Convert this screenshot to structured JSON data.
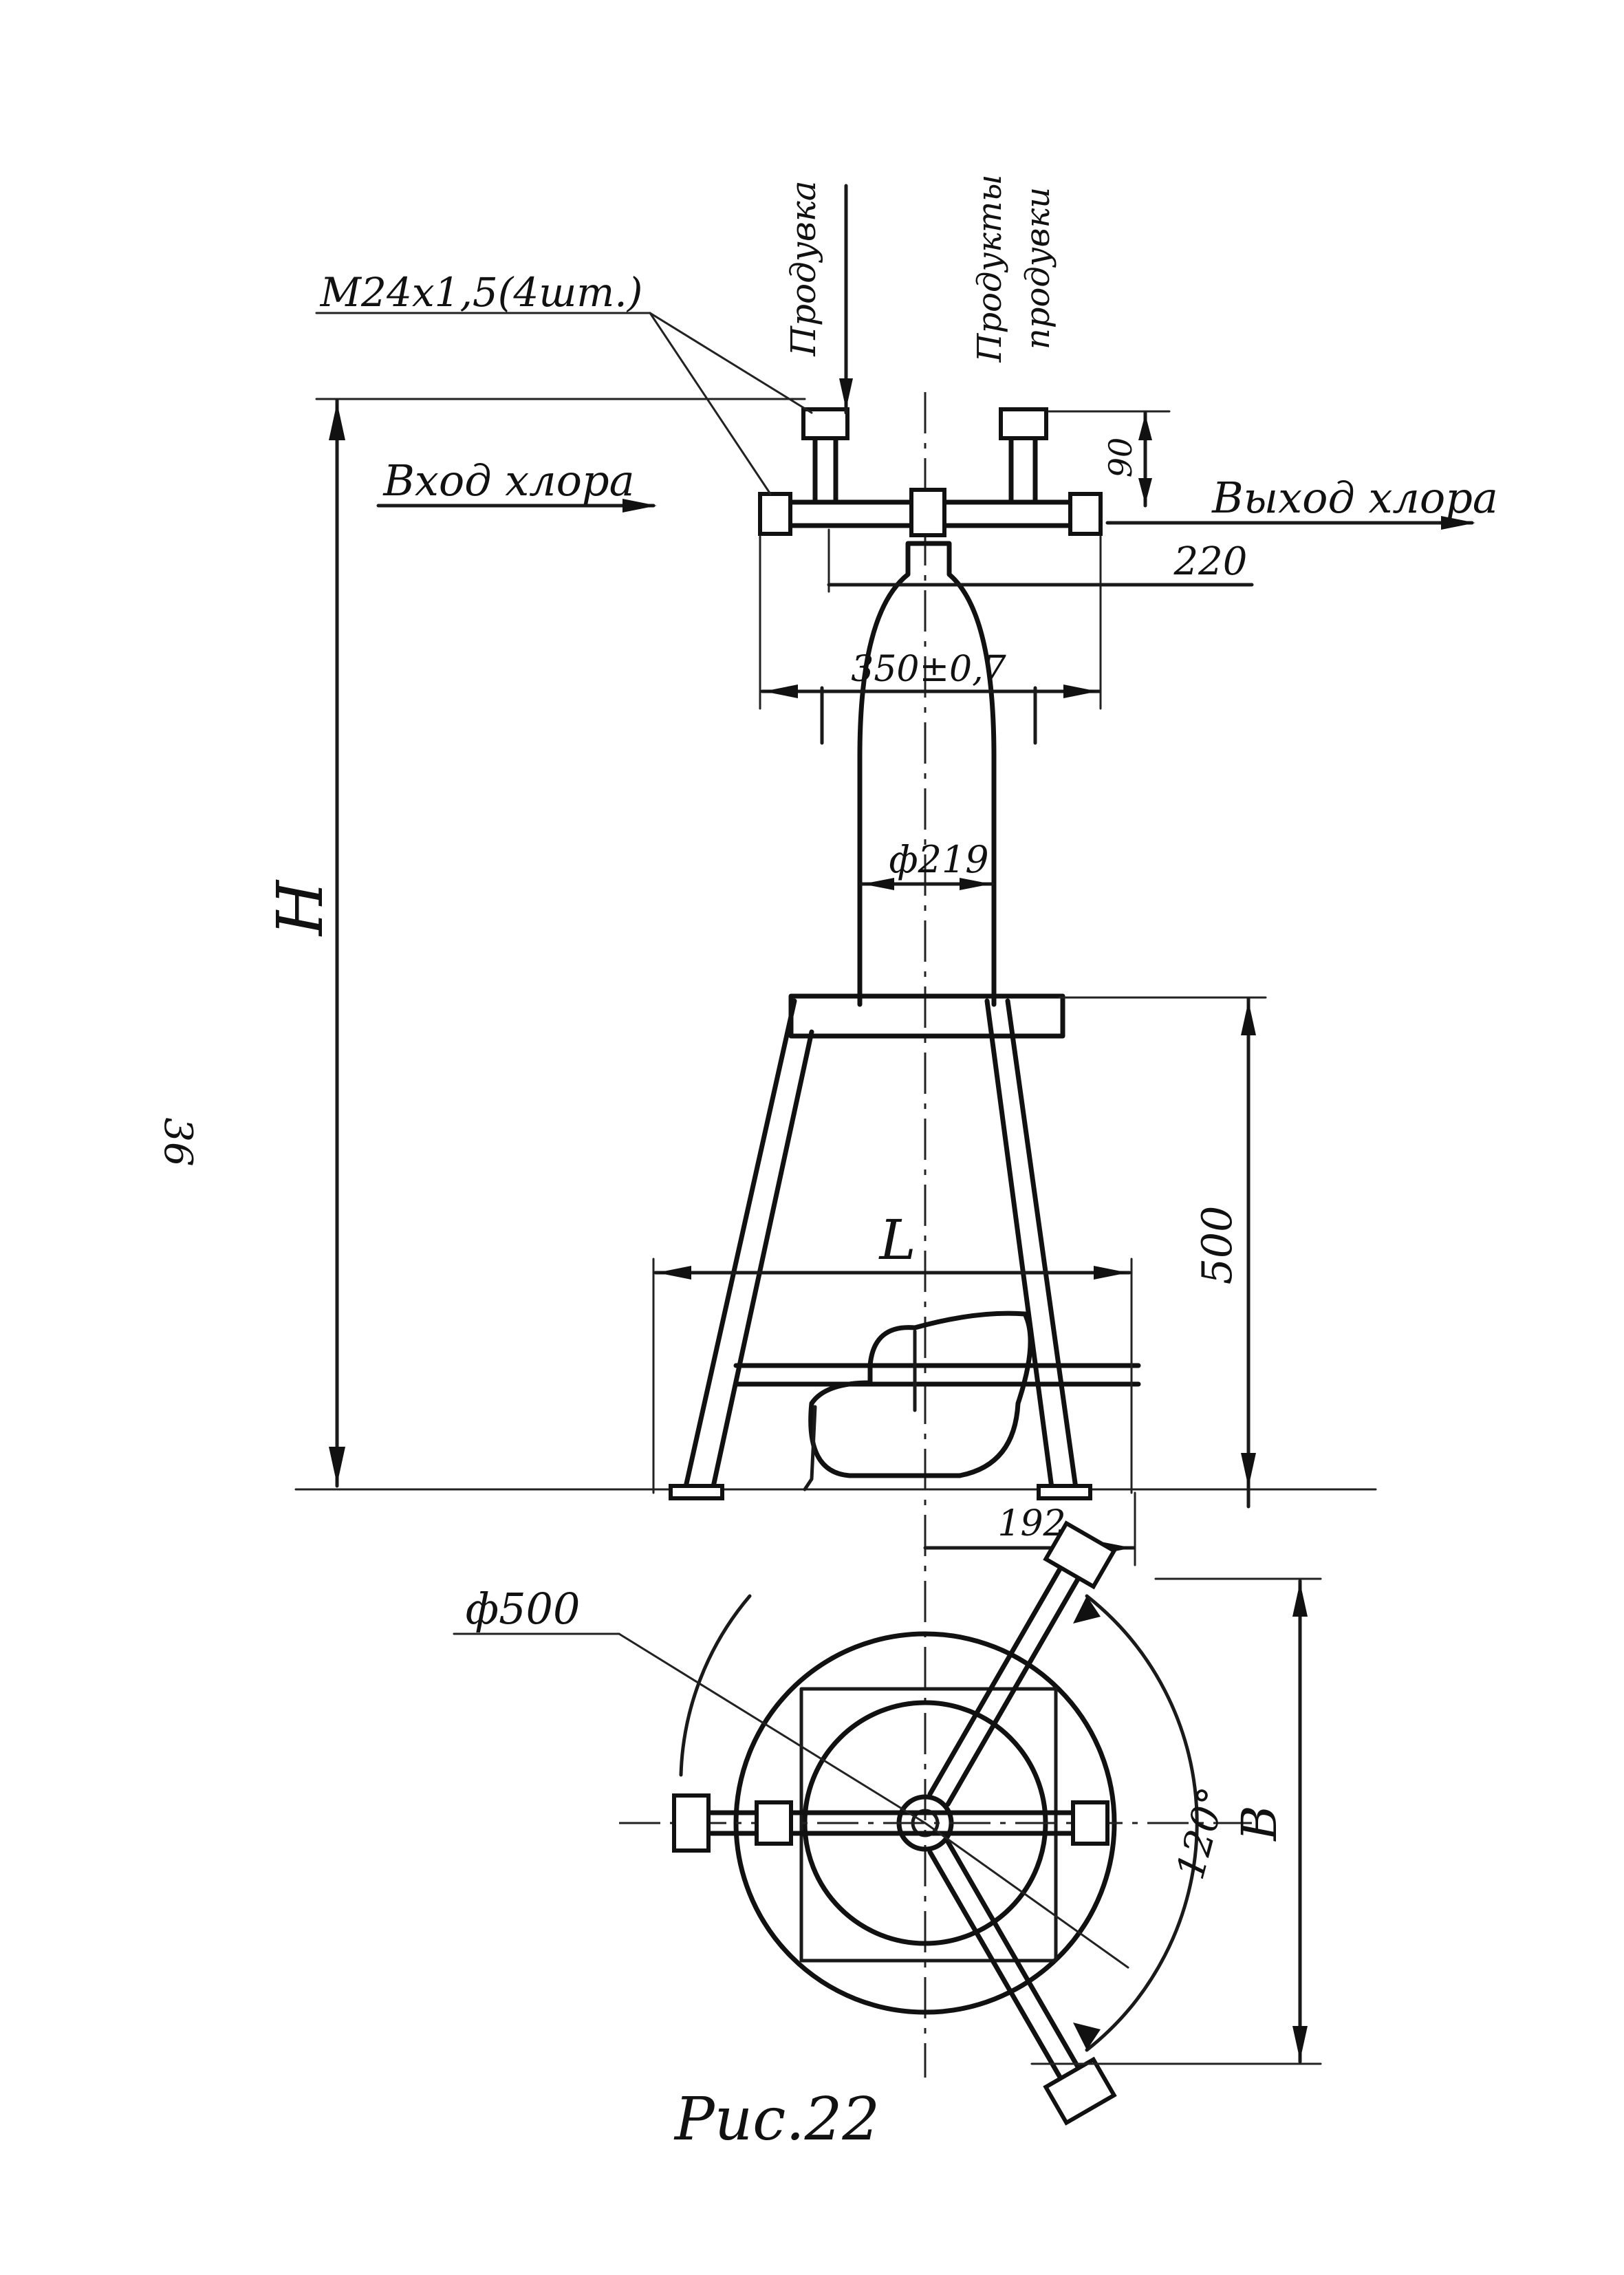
{
  "labels": {
    "thread": "М24х1,5(4шт.)",
    "purge": "Продувка",
    "products_line1": "Продукты",
    "products_line2": "продувки",
    "chlorine_in": "Вход хлора",
    "chlorine_out": "Выход хлора",
    "figure_caption": "Рис.22",
    "page_number": "36"
  },
  "dimensions": {
    "d90": "90",
    "d220": "220",
    "d350": "350±0,7",
    "d219": "ф219",
    "dH": "H",
    "d500": "500",
    "dL": "L",
    "d192": "192",
    "d500dia": "ф500",
    "angle120": "120°",
    "dB": "В"
  }
}
